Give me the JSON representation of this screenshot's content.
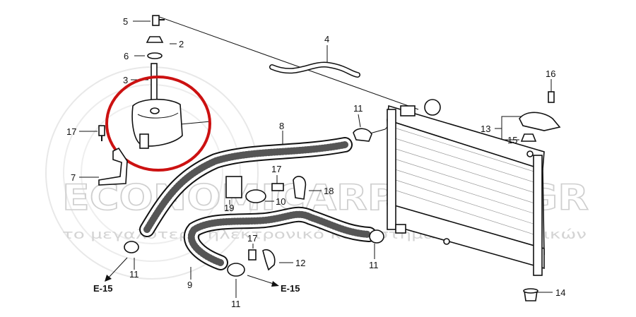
{
  "callouts": [
    {
      "id": "5",
      "label": "5"
    },
    {
      "id": "2",
      "label": "2"
    },
    {
      "id": "6",
      "label": "6"
    },
    {
      "id": "3",
      "label": "3"
    },
    {
      "id": "4",
      "label": "4"
    },
    {
      "id": "17a",
      "label": "17"
    },
    {
      "id": "7",
      "label": "7"
    },
    {
      "id": "8",
      "label": "8"
    },
    {
      "id": "11a",
      "label": "11"
    },
    {
      "id": "16",
      "label": "16"
    },
    {
      "id": "13",
      "label": "13"
    },
    {
      "id": "15",
      "label": "15"
    },
    {
      "id": "17b",
      "label": "17"
    },
    {
      "id": "18",
      "label": "18"
    },
    {
      "id": "19",
      "label": "19"
    },
    {
      "id": "10",
      "label": "10"
    },
    {
      "id": "17c",
      "label": "17"
    },
    {
      "id": "12",
      "label": "12"
    },
    {
      "id": "11b",
      "label": "11"
    },
    {
      "id": "11c",
      "label": "11"
    },
    {
      "id": "9",
      "label": "9"
    },
    {
      "id": "11d",
      "label": "11"
    },
    {
      "id": "14",
      "label": "14"
    }
  ],
  "directions": {
    "left": "E-15",
    "right": "E-15"
  },
  "watermark": {
    "main": "ECONOMICARPARTS.GR",
    "sub": "το μεγαλύτερο ηλεκτρονικό κατάστημα ανταλλακτικών"
  },
  "highlight_color": "#cc1111"
}
